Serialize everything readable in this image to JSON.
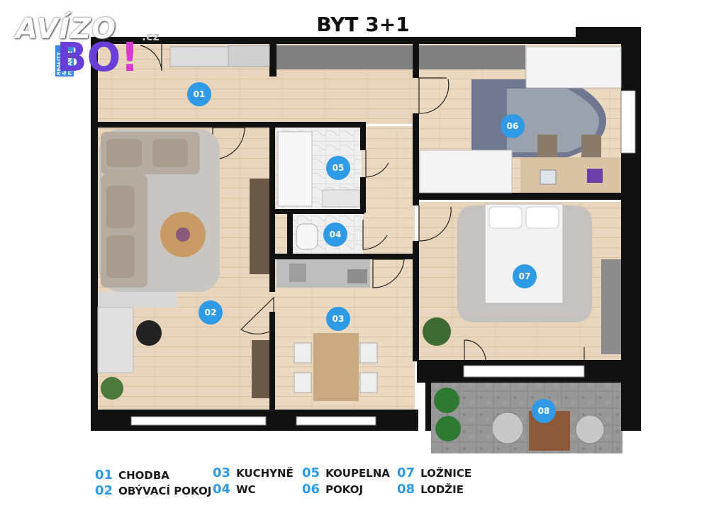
{
  "title": "BYT 3+1",
  "logo": {
    "word": "AVÍZO",
    "domain": ".cz",
    "mark": "BO",
    "mark_suffix": "!",
    "side_text": "REALITY & FINANCE"
  },
  "rooms": [
    {
      "id": "01",
      "name": "CHODBA"
    },
    {
      "id": "02",
      "name": "OBÝVACÍ POKOJ"
    },
    {
      "id": "03",
      "name": "KUCHYNĚ"
    },
    {
      "id": "04",
      "name": "WC"
    },
    {
      "id": "05",
      "name": "KOUPELNA"
    },
    {
      "id": "06",
      "name": "POKOJ"
    },
    {
      "id": "07",
      "name": "LOŽNICE"
    },
    {
      "id": "08",
      "name": "LODŽIE"
    }
  ],
  "colors": {
    "wall": "#111111",
    "floor": "#e6d2b8",
    "badge": "#2f9be6",
    "rug": "#c9c9cc",
    "tile": "#eeeeee"
  }
}
